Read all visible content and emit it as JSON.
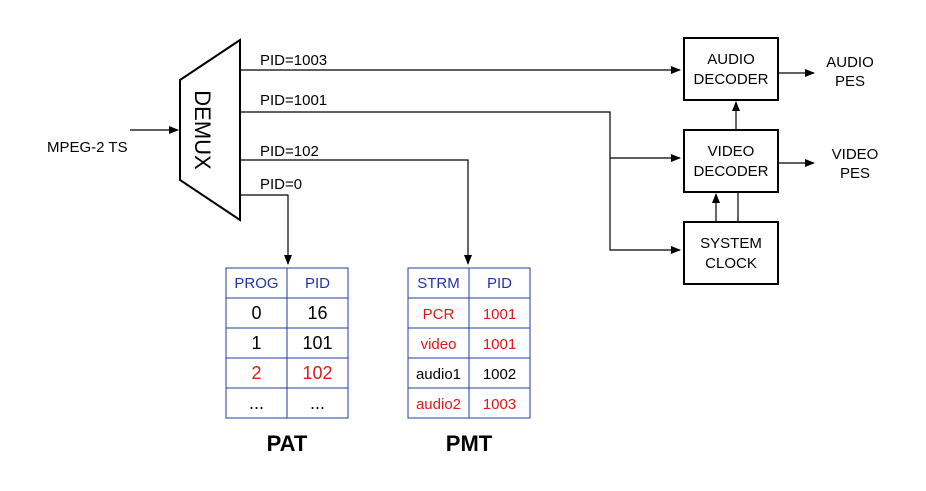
{
  "input_label": "MPEG-2 TS",
  "demux_label": "DEMUX",
  "pid_lines": [
    "PID=1003",
    "PID=1001",
    "PID=102",
    "PID=0"
  ],
  "audio_decoder": [
    "AUDIO",
    "DECODER"
  ],
  "video_decoder": [
    "VIDEO",
    "DECODER"
  ],
  "system_clock": [
    "SYSTEM",
    "CLOCK"
  ],
  "audio_out": [
    "AUDIO",
    "PES"
  ],
  "video_out": [
    "VIDEO",
    "PES"
  ],
  "colors": {
    "highlight": "#e01818",
    "header": "#2233aa",
    "grid": "#1f3fa0",
    "normal": "#000000"
  },
  "pat": {
    "caption": "PAT",
    "headers": [
      "PROG",
      "PID"
    ],
    "rows": [
      {
        "cells": [
          "0",
          "16"
        ],
        "highlight": false
      },
      {
        "cells": [
          "1",
          "101"
        ],
        "highlight": false
      },
      {
        "cells": [
          "2",
          "102"
        ],
        "highlight": true
      },
      {
        "cells": [
          "...",
          "..."
        ],
        "highlight": false
      }
    ]
  },
  "pmt": {
    "caption": "PMT",
    "headers": [
      "STRM",
      "PID"
    ],
    "rows": [
      {
        "cells": [
          "PCR",
          "1001"
        ],
        "highlight": true
      },
      {
        "cells": [
          "video",
          "1001"
        ],
        "highlight": true
      },
      {
        "cells": [
          "audio1",
          "1002"
        ],
        "highlight": false
      },
      {
        "cells": [
          "audio2",
          "1003"
        ],
        "highlight": true
      }
    ]
  }
}
